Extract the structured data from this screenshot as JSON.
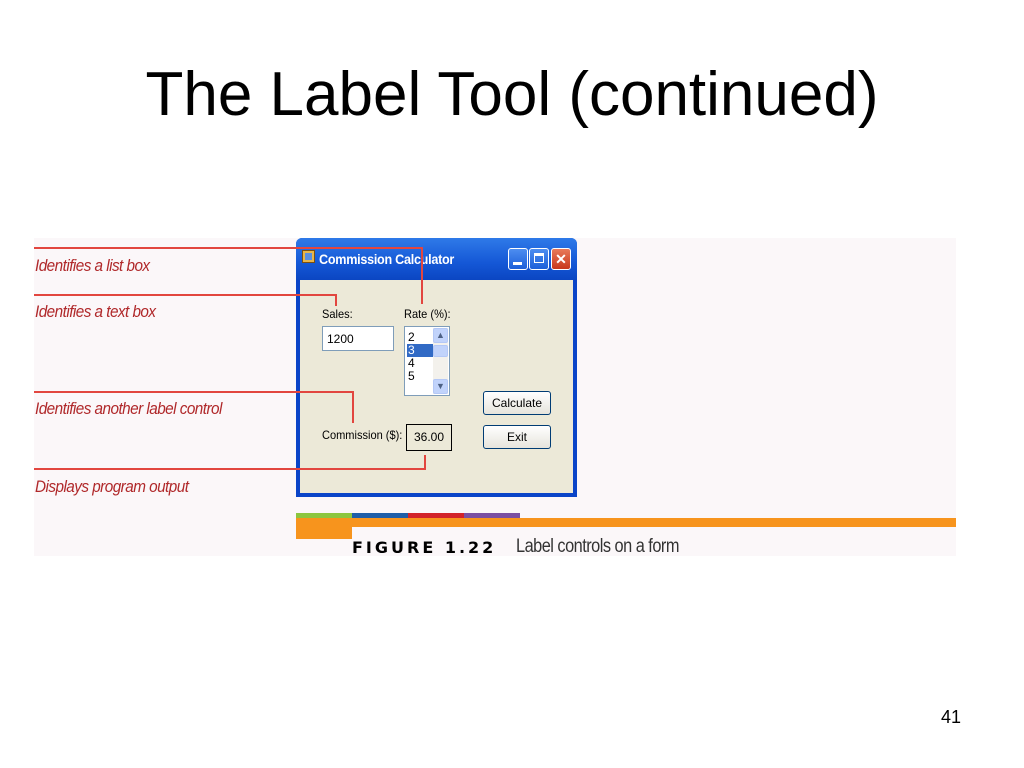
{
  "slide": {
    "title": "The Label Tool (continued)",
    "page_number": "41"
  },
  "callouts": [
    "Identifies a list box",
    "Identifies a text box",
    "Identifies another label control",
    "Displays program output"
  ],
  "window": {
    "title": "Commission Calculator",
    "sales_label": "Sales:",
    "sales_value": "1200",
    "rate_label": "Rate (%):",
    "rate_items": [
      "2",
      "3",
      "4",
      "5"
    ],
    "rate_selected": "3",
    "commission_label": "Commission ($):",
    "commission_value": "36.00",
    "calculate_label": "Calculate",
    "exit_label": "Exit"
  },
  "figure": {
    "label": "FIGURE 1.22",
    "caption": "Label controls on a form"
  },
  "colors": {
    "callout_text": "#b0282a",
    "callout_line": "#e2463f",
    "titlebar": "#1457d6",
    "caption_bar": "#f7941d",
    "selection": "#316ac5"
  }
}
